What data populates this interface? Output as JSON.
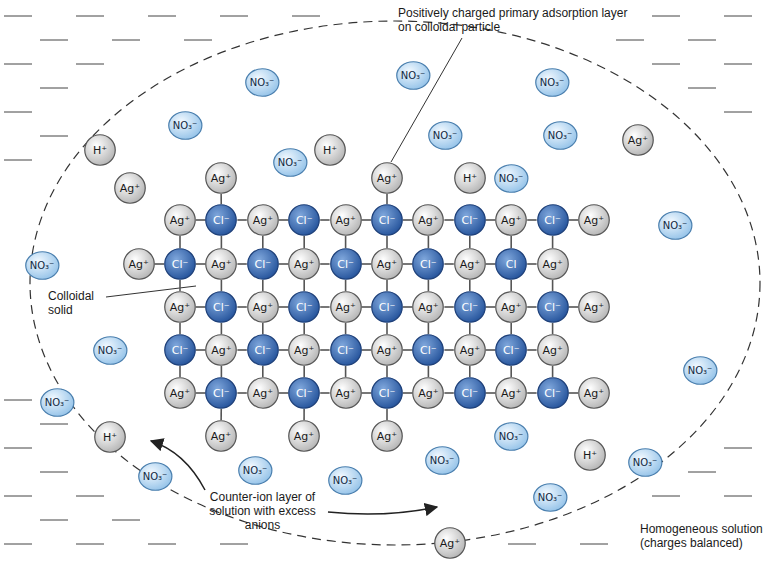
{
  "diagram": {
    "nodes": [
      {
        "text": [
          "Ag⁺"
        ]
      },
      {
        "text": [
          "Cl⁻"
        ]
      },
      {
        "text": [
          "Ag⁺"
        ]
      },
      {
        "text": [
          "Cl⁻"
        ]
      },
      {
        "text": [
          "Ag⁺"
        ]
      },
      {
        "text": [
          "Cl⁻"
        ]
      },
      {
        "text": [
          "Ag⁺"
        ]
      },
      {
        "text": [
          "Cl⁻"
        ]
      },
      {
        "text": [
          "Ag⁺"
        ]
      },
      {
        "text": [
          "Cl⁻"
        ]
      },
      {
        "text": [
          "Ag⁺"
        ]
      },
      {
        "text": [
          "Ag⁺"
        ]
      },
      {
        "text": [
          "Cl⁻"
        ]
      },
      {
        "text": [
          "Ag⁺"
        ]
      },
      {
        "text": [
          "Cl⁻"
        ]
      },
      {
        "text": [
          "Ag⁺"
        ]
      },
      {
        "text": [
          "Cl⁻"
        ]
      },
      {
        "text": [
          "Ag⁺"
        ]
      },
      {
        "text": [
          "Cl⁻"
        ]
      },
      {
        "text": [
          "Ag⁺"
        ]
      },
      {
        "text": [
          "Cl"
        ]
      },
      {
        "text": [
          "Ag⁺"
        ]
      },
      {
        "text": [
          "Ag⁺"
        ]
      },
      {
        "text": [
          "Cl⁻"
        ]
      },
      {
        "text": [
          "Ag⁺"
        ]
      },
      {
        "text": [
          "Cl⁻"
        ]
      },
      {
        "text": [
          "Ag⁺"
        ]
      },
      {
        "text": [
          "Cl⁻"
        ]
      },
      {
        "text": [
          "Ag⁺"
        ]
      },
      {
        "text": [
          "Cl⁻"
        ]
      },
      {
        "text": [
          "Ag⁺"
        ]
      },
      {
        "text": [
          "Cl⁻"
        ]
      },
      {
        "text": [
          "Ag⁺"
        ]
      },
      {
        "text": [
          "Cl⁻"
        ]
      },
      {
        "text": [
          "Ag⁺"
        ]
      },
      {
        "text": [
          "Cl⁻"
        ]
      },
      {
        "text": [
          "Ag⁺"
        ]
      },
      {
        "text": [
          "Cl⁻"
        ]
      },
      {
        "text": [
          "Ag⁺"
        ]
      },
      {
        "text": [
          "Cl⁻"
        ]
      },
      {
        "text": [
          "Ag⁺"
        ]
      },
      {
        "text": [
          "Cl⁻"
        ]
      },
      {
        "text": [
          "Ag⁺"
        ]
      },
      {
        "text": [
          "Ag⁺"
        ]
      },
      {
        "text": [
          "Cl⁻"
        ]
      },
      {
        "text": [
          "Ag⁺"
        ]
      },
      {
        "text": [
          "Cl⁻"
        ]
      },
      {
        "text": [
          "Ag⁺"
        ]
      },
      {
        "text": [
          "Cl⁻"
        ]
      },
      {
        "text": [
          "Ag⁺"
        ]
      },
      {
        "text": [
          "Cl⁻"
        ]
      },
      {
        "text": [
          "Ag⁺"
        ]
      },
      {
        "text": [
          "Cl⁻"
        ]
      },
      {
        "text": [
          "Ag⁺"
        ]
      },
      {
        "text": [
          "Ag⁺"
        ]
      },
      {
        "text": [
          "Ag⁺"
        ]
      },
      {
        "text": [
          "H⁺"
        ]
      },
      {
        "text": [
          "NO₃⁻"
        ]
      },
      {
        "text": [
          "Ag⁺"
        ]
      },
      {
        "text": [
          "Ag⁺"
        ]
      },
      {
        "text": [
          "Ag⁺"
        ]
      },
      {
        "text": [
          "NO₃⁻"
        ]
      },
      {
        "text": [
          "NO₃⁻"
        ]
      },
      {
        "text": [
          "NO₃⁻"
        ]
      },
      {
        "text": [
          "NO₃⁻"
        ]
      },
      {
        "text": [
          "NO₃⁻"
        ]
      },
      {
        "text": [
          "NO₃⁻"
        ]
      },
      {
        "text": [
          "NO₃⁻"
        ]
      },
      {
        "text": [
          "Ag⁺"
        ]
      },
      {
        "text": [
          "H⁺"
        ]
      },
      {
        "text": [
          "H⁺"
        ]
      },
      {
        "text": [
          "NO₃⁻"
        ]
      },
      {
        "text": [
          "Ag⁺"
        ]
      },
      {
        "text": [
          "NO₃⁻"
        ]
      },
      {
        "text": [
          "NO₃⁻"
        ]
      },
      {
        "text": [
          "NO₃⁻"
        ]
      },
      {
        "text": [
          "NO₃⁻"
        ]
      },
      {
        "text": [
          "NO₃⁻"
        ]
      },
      {
        "text": [
          "H⁺"
        ]
      },
      {
        "text": [
          "NO₃⁻"
        ]
      },
      {
        "text": [
          "H⁺"
        ]
      },
      {
        "text": [
          "NO₃⁻"
        ]
      },
      {
        "text": [
          "NO₃⁻"
        ]
      },
      {
        "text": [
          "NO₃⁻"
        ]
      },
      {
        "text": [
          "NO₃⁻"
        ]
      },
      {
        "text": [
          "NO₃⁻"
        ]
      },
      {
        "text": [
          "Ag⁺"
        ]
      }
    ],
    "edges": [
      {
        "from": 0,
        "to": 1,
        "arrow": "none"
      },
      {
        "from": 1,
        "to": 2,
        "arrow": "none"
      },
      {
        "from": 2,
        "to": 3,
        "arrow": "none"
      },
      {
        "from": 3,
        "to": 4,
        "arrow": "none"
      },
      {
        "from": 4,
        "to": 5,
        "arrow": "none"
      },
      {
        "from": 5,
        "to": 6,
        "arrow": "none"
      },
      {
        "from": 6,
        "to": 7,
        "arrow": "none"
      },
      {
        "from": 7,
        "to": 8,
        "arrow": "none"
      },
      {
        "from": 8,
        "to": 9,
        "arrow": "none"
      },
      {
        "from": 9,
        "to": 10,
        "arrow": "none"
      },
      {
        "from": 11,
        "to": 12,
        "arrow": "none"
      },
      {
        "from": 12,
        "to": 13,
        "arrow": "none"
      },
      {
        "from": 13,
        "to": 14,
        "arrow": "none"
      },
      {
        "from": 14,
        "to": 15,
        "arrow": "none"
      },
      {
        "from": 15,
        "to": 16,
        "arrow": "none"
      },
      {
        "from": 16,
        "to": 17,
        "arrow": "none"
      },
      {
        "from": 17,
        "to": 18,
        "arrow": "none"
      },
      {
        "from": 18,
        "to": 19,
        "arrow": "none"
      },
      {
        "from": 19,
        "to": 20,
        "arrow": "none"
      },
      {
        "from": 20,
        "to": 21,
        "arrow": "none"
      },
      {
        "from": 22,
        "to": 23,
        "arrow": "none"
      },
      {
        "from": 23,
        "to": 24,
        "arrow": "none"
      },
      {
        "from": 24,
        "to": 25,
        "arrow": "none"
      },
      {
        "from": 25,
        "to": 26,
        "arrow": "none"
      },
      {
        "from": 26,
        "to": 27,
        "arrow": "none"
      },
      {
        "from": 27,
        "to": 28,
        "arrow": "none"
      },
      {
        "from": 28,
        "to": 29,
        "arrow": "none"
      },
      {
        "from": 29,
        "to": 30,
        "arrow": "none"
      },
      {
        "from": 30,
        "to": 31,
        "arrow": "none"
      },
      {
        "from": 31,
        "to": 32,
        "arrow": "none"
      },
      {
        "from": 33,
        "to": 34,
        "arrow": "none"
      },
      {
        "from": 34,
        "to": 35,
        "arrow": "none"
      },
      {
        "from": 35,
        "to": 36,
        "arrow": "none"
      },
      {
        "from": 36,
        "to": 37,
        "arrow": "none"
      },
      {
        "from": 37,
        "to": 38,
        "arrow": "none"
      },
      {
        "from": 38,
        "to": 39,
        "arrow": "none"
      },
      {
        "from": 39,
        "to": 40,
        "arrow": "none"
      },
      {
        "from": 40,
        "to": 41,
        "arrow": "none"
      },
      {
        "from": 41,
        "to": 42,
        "arrow": "none"
      },
      {
        "from": 43,
        "to": 44,
        "arrow": "none"
      },
      {
        "from": 44,
        "to": 45,
        "arrow": "none"
      },
      {
        "from": 45,
        "to": 46,
        "arrow": "none"
      },
      {
        "from": 46,
        "to": 47,
        "arrow": "none"
      },
      {
        "from": 47,
        "to": 48,
        "arrow": "none"
      },
      {
        "from": 48,
        "to": 49,
        "arrow": "none"
      },
      {
        "from": 49,
        "to": 50,
        "arrow": "none"
      },
      {
        "from": 50,
        "to": 51,
        "arrow": "none"
      },
      {
        "from": 51,
        "to": 52,
        "arrow": "none"
      },
      {
        "from": 52,
        "to": 53,
        "arrow": "none"
      },
      {
        "from": 0,
        "to": 12,
        "arrow": "none"
      },
      {
        "from": 1,
        "to": 13,
        "arrow": "none"
      },
      {
        "from": 2,
        "to": 14,
        "arrow": "none"
      },
      {
        "from": 3,
        "to": 15,
        "arrow": "none"
      },
      {
        "from": 4,
        "to": 16,
        "arrow": "none"
      },
      {
        "from": 5,
        "to": 17,
        "arrow": "none"
      },
      {
        "from": 6,
        "to": 18,
        "arrow": "none"
      },
      {
        "from": 7,
        "to": 19,
        "arrow": "none"
      },
      {
        "from": 8,
        "to": 20,
        "arrow": "none"
      },
      {
        "from": 9,
        "to": 21,
        "arrow": "none"
      },
      {
        "from": 12,
        "to": 22,
        "arrow": "none"
      },
      {
        "from": 13,
        "to": 23,
        "arrow": "none"
      },
      {
        "from": 14,
        "to": 24,
        "arrow": "none"
      },
      {
        "from": 15,
        "to": 25,
        "arrow": "none"
      },
      {
        "from": 16,
        "to": 26,
        "arrow": "none"
      },
      {
        "from": 17,
        "to": 27,
        "arrow": "none"
      },
      {
        "from": 18,
        "to": 28,
        "arrow": "none"
      },
      {
        "from": 19,
        "to": 29,
        "arrow": "none"
      },
      {
        "from": 20,
        "to": 30,
        "arrow": "none"
      },
      {
        "from": 21,
        "to": 31,
        "arrow": "none"
      },
      {
        "from": 22,
        "to": 33,
        "arrow": "none"
      },
      {
        "from": 23,
        "to": 34,
        "arrow": "none"
      },
      {
        "from": 24,
        "to": 35,
        "arrow": "none"
      },
      {
        "from": 25,
        "to": 36,
        "arrow": "none"
      },
      {
        "from": 26,
        "to": 37,
        "arrow": "none"
      },
      {
        "from": 27,
        "to": 38,
        "arrow": "none"
      },
      {
        "from": 28,
        "to": 39,
        "arrow": "none"
      },
      {
        "from": 29,
        "to": 40,
        "arrow": "none"
      },
      {
        "from": 30,
        "to": 41,
        "arrow": "none"
      },
      {
        "from": 31,
        "to": 42,
        "arrow": "none"
      },
      {
        "from": 33,
        "to": 43,
        "arrow": "none"
      },
      {
        "from": 34,
        "to": 44,
        "arrow": "none"
      },
      {
        "from": 35,
        "to": 45,
        "arrow": "none"
      },
      {
        "from": 36,
        "to": 46,
        "arrow": "none"
      },
      {
        "from": 37,
        "to": 47,
        "arrow": "none"
      },
      {
        "from": 38,
        "to": 48,
        "arrow": "none"
      },
      {
        "from": 39,
        "to": 49,
        "arrow": "none"
      },
      {
        "from": 40,
        "to": 50,
        "arrow": "none"
      },
      {
        "from": 41,
        "to": 51,
        "arrow": "none"
      },
      {
        "from": 42,
        "to": 52,
        "arrow": "none"
      },
      {
        "from": 54,
        "to": 1,
        "arrow": "none"
      },
      {
        "from": 55,
        "to": 5,
        "arrow": "none"
      },
      {
        "from": 44,
        "to": 58,
        "arrow": "none"
      },
      {
        "from": 46,
        "to": 59,
        "arrow": "none"
      },
      {
        "from": 48,
        "to": 60,
        "arrow": "none"
      }
    ],
    "labels": [
      "Positively charged primary adsorption layer on colloidal particle",
      "Colloidal solid",
      "Counter-ion layer of solution with excess anions",
      "Homogeneous solution (charges balanced)"
    ]
  }
}
